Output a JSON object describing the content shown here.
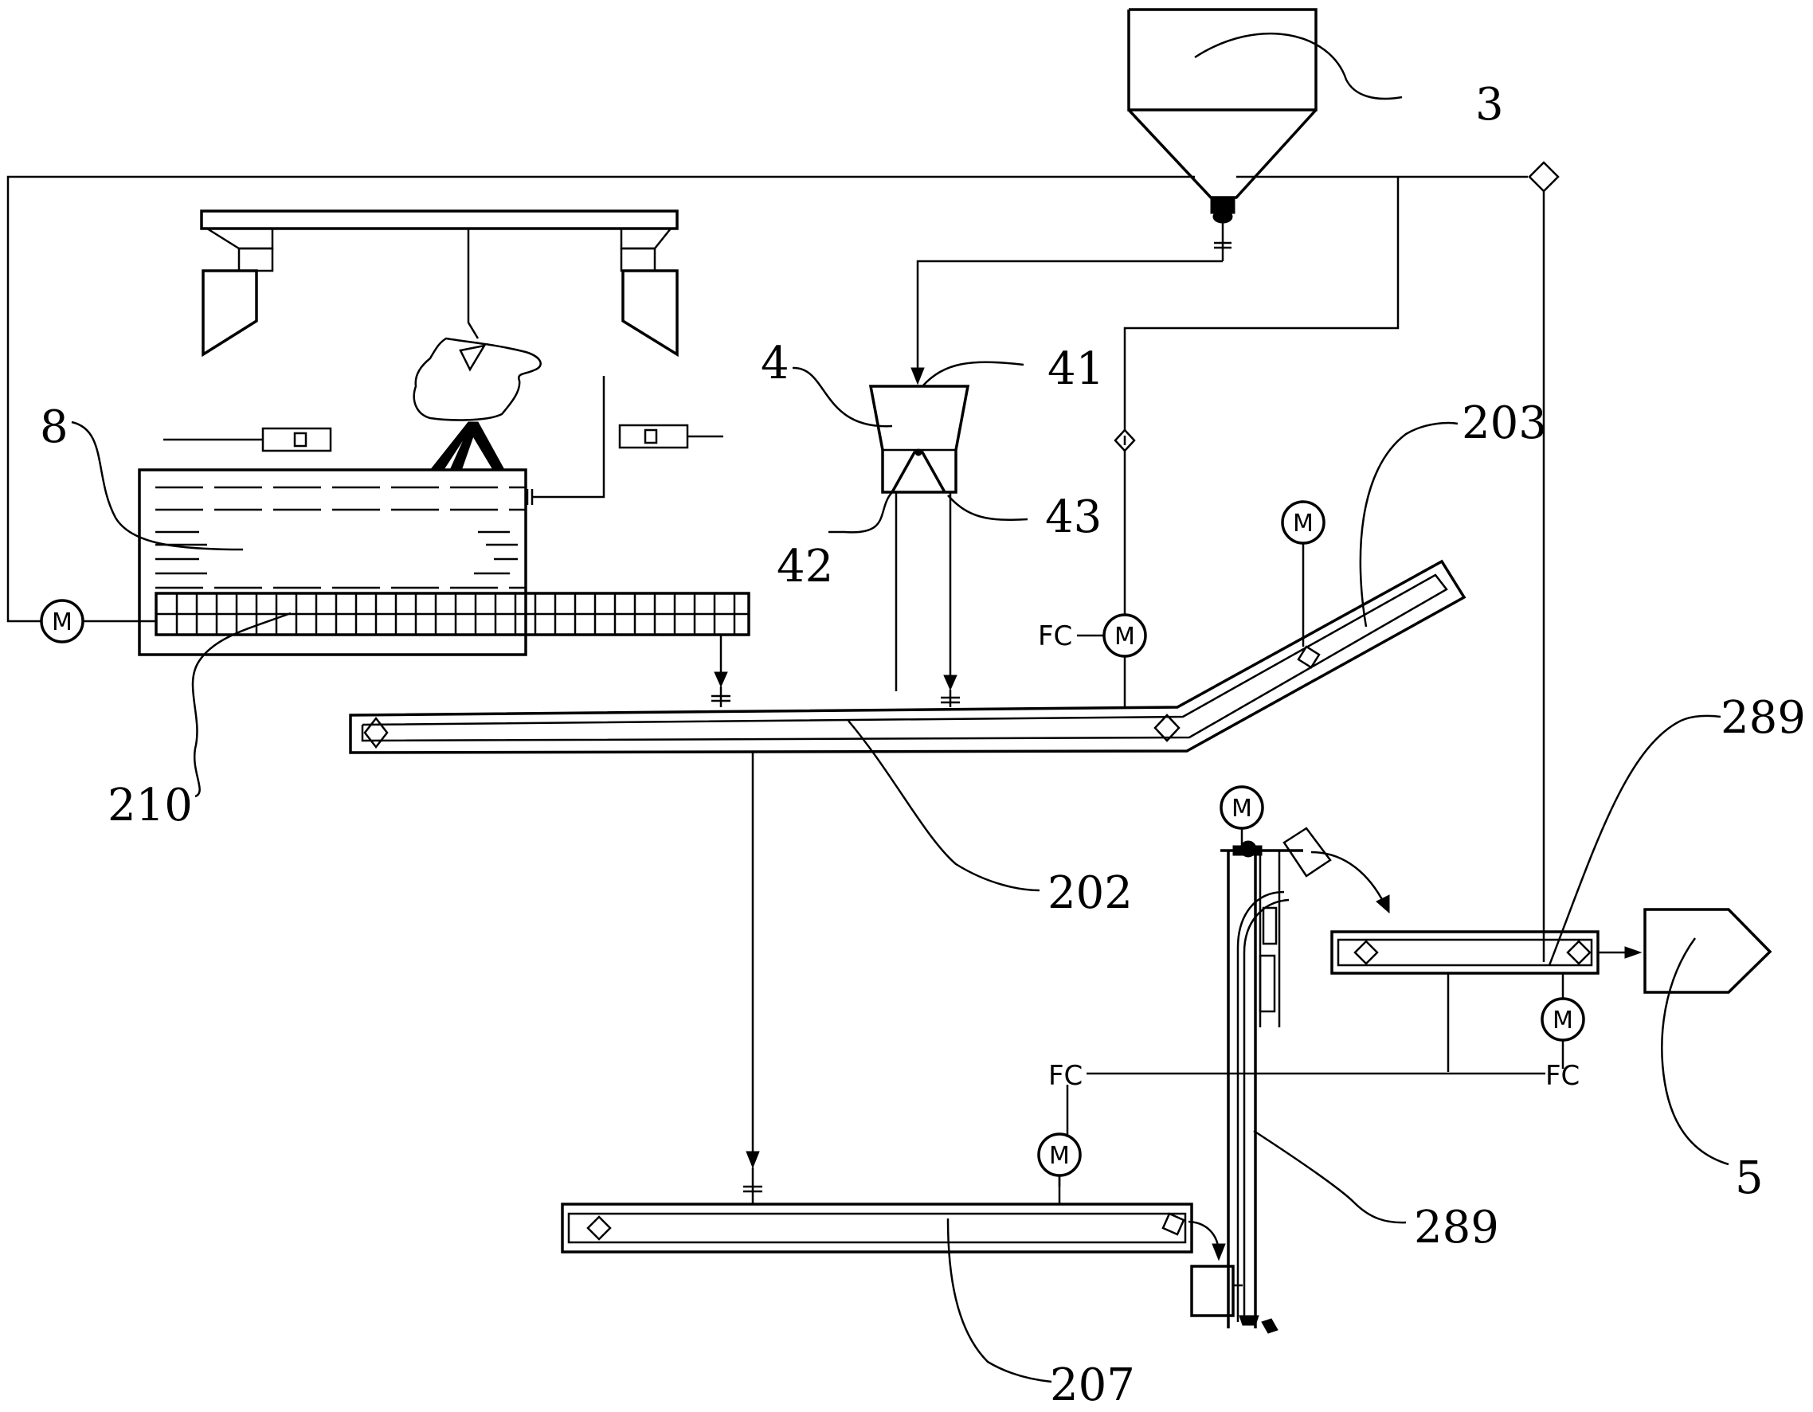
{
  "labels": {
    "ref_3": "3",
    "ref_4": "4",
    "ref_41": "41",
    "ref_42": "42",
    "ref_43": "43",
    "ref_8": "8",
    "ref_203": "203",
    "ref_210": "210",
    "ref_202": "202",
    "ref_289_top": "289",
    "ref_289_bottom": "289",
    "ref_5": "5",
    "ref_207": "207"
  },
  "tags": {
    "fc_a": "FC",
    "fc_b": "FC",
    "fc_c": "FC"
  },
  "motors": {
    "motor_screw": "M",
    "motor_fc_mid": "M",
    "motor_incline": "M",
    "motor_elevator": "M",
    "motor_right": "M",
    "motor_bottom": "M"
  }
}
